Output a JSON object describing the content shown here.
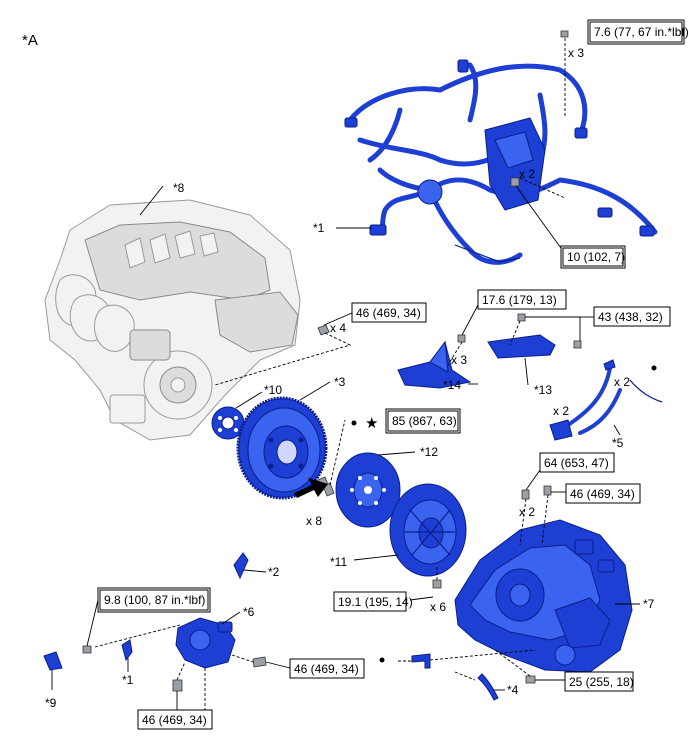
{
  "figure_id": "*A",
  "callouts": {
    "c1": "*1",
    "c1b": "*1",
    "c2": "*2",
    "c3": "*3",
    "c4": "*4",
    "c5": "*5",
    "c6": "*6",
    "c7": "*7",
    "c8": "*8",
    "c9": "*9",
    "c10": "*10",
    "c11": "*11",
    "c12": "*12",
    "c13": "*13",
    "c14": "*14"
  },
  "torques": {
    "t_harness_top": "7.6 (77, 67 in.*lbf)",
    "t_harness_mid": "10 (102, 7)",
    "t_engine": "46 (469, 34)",
    "t_bracket14": "17.6 (179, 13)",
    "t_bracket13": "43 (438, 32)",
    "t_flywheel": "85 (867, 63)",
    "t_trans_upper": "64 (653, 47)",
    "t_trans_right": "46 (469, 34)",
    "t_clutch": "19.1 (195, 14)",
    "t_starter_right": "46 (469, 34)",
    "t_starter_bottom": "46 (469, 34)",
    "t_small": "9.8 (100, 87 in.*lbf)",
    "t_trans_lower": "25 (255, 18)"
  },
  "quantities": {
    "q_top": "x 3",
    "q_mid": "x 2",
    "q_engine": "x 4",
    "q_b14": "x 3",
    "q_b5a": "x 2",
    "q_b5b": "x 2",
    "q_fly": "x 8",
    "q_trans": "x 2",
    "q_clutch": "x 6"
  },
  "symbols": {
    "star": "★"
  },
  "colors": {
    "part": "#1e3fd4",
    "part_dark": "#0a1e8a",
    "engine": "#f2f2f2"
  }
}
